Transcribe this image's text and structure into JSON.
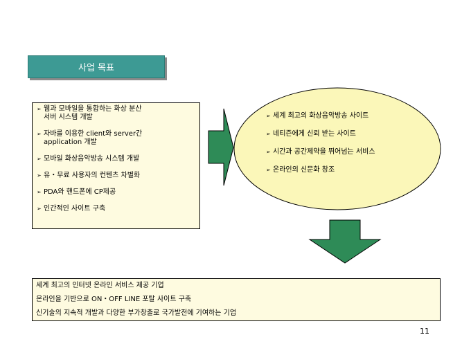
{
  "title": "사업 목표",
  "left_items": [
    "웹과 모바일을 통합하는 화상 분산\n서버 시스템 개발",
    "자바를 이용한 client와 server간\napplication 개발",
    "모바일 화상음악방송 시스템 개발",
    "유・무료 사용자의 컨텐츠 차별화",
    "PDA와 핸드폰에 CP제공",
    "인간적인 사이트 구축"
  ],
  "ellipse_items": [
    "세계 최고의 화상음악방송 사이트",
    "네티즌에게 신뢰 받는 사이트",
    "시간과 공간제약을 뛰어넘는 서비스",
    "온라인의 신문화 창조"
  ],
  "bottom_lines": [
    "세계 최고의 인터넷 온라인 서비스 제공 기업",
    "온라인을 기반으로 ON・OFF LINE 포탈 사이트 구축",
    "신기술의 지속적 개발과 다양한 부가창출로 국가발전에 기여하는 기업"
  ],
  "page_number": "11",
  "bullet_glyph": "➢",
  "colors": {
    "title_bg": "#3d9a94",
    "box_bg": "#fefbe0",
    "ellipse_bg": "#fbf7b9",
    "arrow_green": "#2e8b57"
  }
}
